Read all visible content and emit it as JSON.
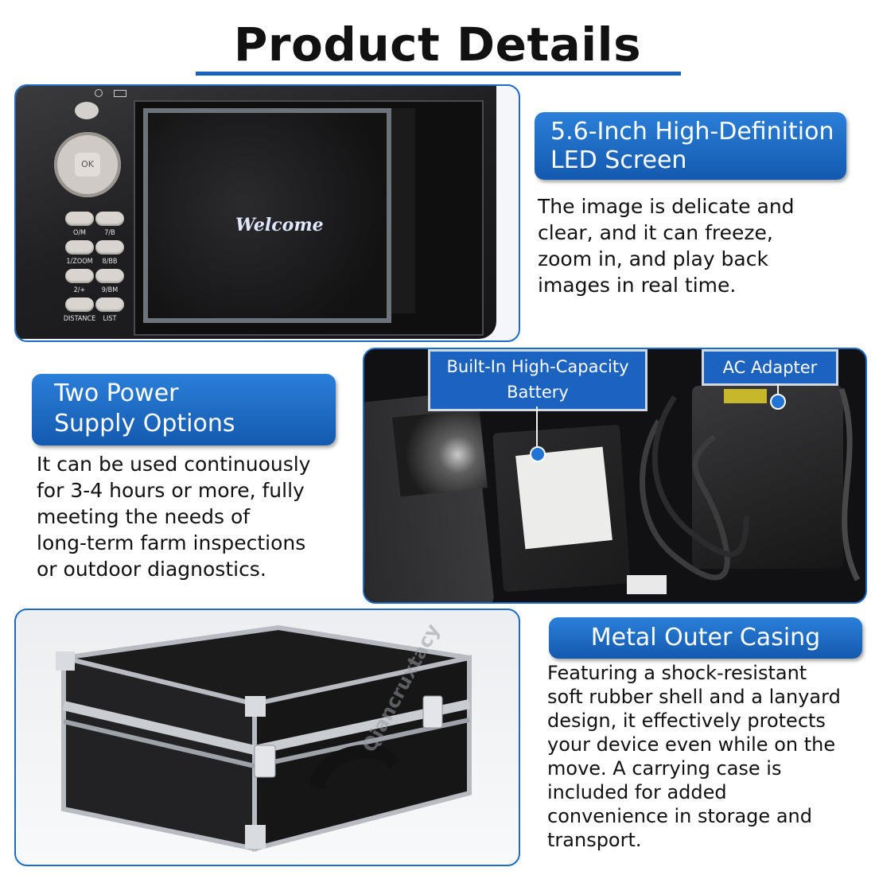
{
  "header": {
    "title": "Product Details"
  },
  "device": {
    "screen_text": "Welcome",
    "keys": [
      "O/M",
      "7/B",
      "1/ZOOM",
      "8/BB",
      "2/+",
      "9/BM",
      "DISTANCE",
      "LIST"
    ],
    "dpad_center": "OK"
  },
  "features": [
    {
      "title_line1": "5.6-Inch High-Definition",
      "title_line2": "LED Screen",
      "lines": [
        "The image is delicate and",
        "clear, and it can freeze,",
        "zoom in, and play back",
        "images in real time."
      ]
    },
    {
      "title_line1": "Two Power",
      "title_line2": "Supply Options",
      "lines": [
        "It can be used continuously",
        "for 3-4 hours or more, fully",
        "meeting the needs of",
        "long-term farm inspections",
        "or outdoor diagnostics."
      ]
    },
    {
      "title_line1": "Metal Outer Casing",
      "lines": [
        "Featuring a shock-resistant",
        "soft rubber shell and a lanyard",
        "design, it effectively protects",
        "your device even while on the",
        "move. A carrying case is",
        "included for added",
        "convenience in storage and",
        "transport."
      ]
    }
  ],
  "callouts": {
    "battery_line1": "Built-In High-Capacity",
    "battery_line2": "Battery",
    "adapter": "AC Adapter"
  },
  "watermark": "Qiancruxtacy",
  "colors": {
    "accent": "#1565c0",
    "badge": "#1c63bf"
  }
}
